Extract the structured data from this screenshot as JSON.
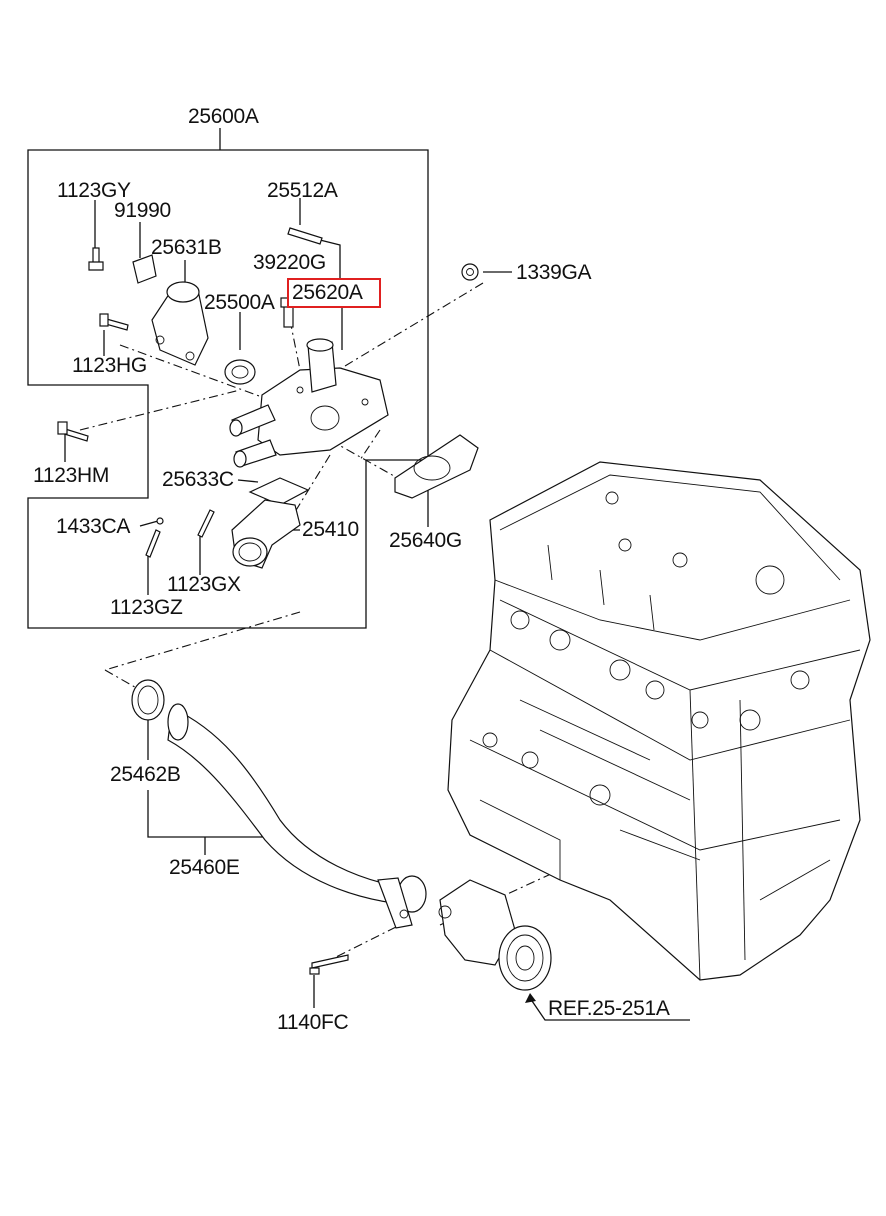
{
  "diagram": {
    "highlight_color": "#e02020",
    "labels": {
      "p25600A": "25600A",
      "p1123GY": "1123GY",
      "p91990": "91990",
      "p25631B": "25631B",
      "p25512A": "25512A",
      "p39220G": "39220G",
      "p25620A": "25620A",
      "p25500A": "25500A",
      "p1339GA": "1339GA",
      "p1123HG": "1123HG",
      "p1123HM": "1123HM",
      "p25633C": "25633C",
      "p1433CA": "1433CA",
      "p25410": "25410",
      "p25640G": "25640G",
      "p1123GX": "1123GX",
      "p1123GZ": "1123GZ",
      "p25462B": "25462B",
      "p25460E": "25460E",
      "p1140FC": "1140FC",
      "ref": "REF.25-251A"
    }
  }
}
